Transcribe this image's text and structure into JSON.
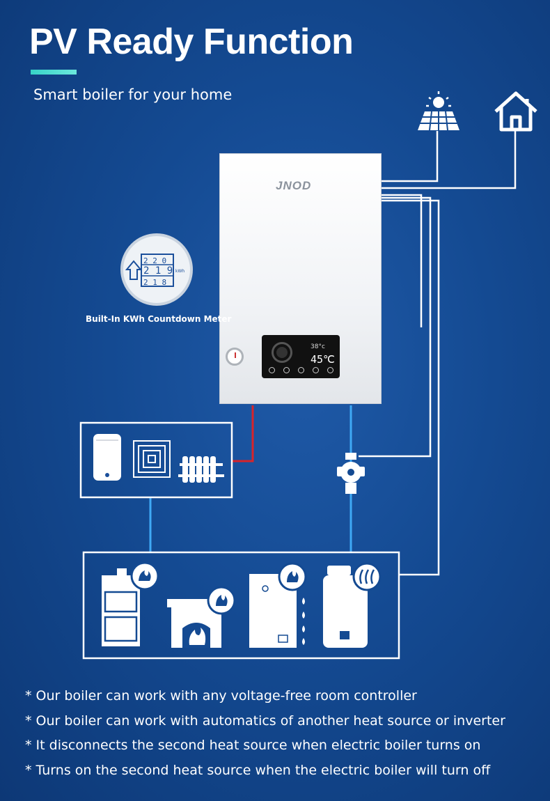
{
  "header": {
    "title": "PV Ready Function",
    "subtitle": "Smart boiler for your home"
  },
  "boiler": {
    "brand": "JNOD",
    "display_top": "38°c",
    "display_main": "45℃"
  },
  "meter": {
    "digits_top": "2 2 0",
    "digits_mid": "2 1 9",
    "digits_bottom": "2 1 8",
    "unit": "kWh",
    "caption": "Built-In KWh Countdown Meter"
  },
  "notes": [
    "* Our boiler can work with any voltage-free room controller",
    "* Our boiler can work with automatics of another heat source or inverter",
    "* It disconnects the second heat source when electric boiler turns on",
    "* Turns on the second heat source when the electric boiler will turn off"
  ],
  "colors": {
    "background": "#144a92",
    "accent": "#37d3c7",
    "hot_pipe": "#d8242a",
    "cold_pipe": "#3fa9f5",
    "line": "#ffffff"
  },
  "icons": [
    "solar-panel-icon",
    "house-icon",
    "water-heater-icon",
    "floor-heating-icon",
    "radiator-icon",
    "circulation-pump-icon",
    "solid-fuel-boiler-icon",
    "fireplace-icon",
    "gas-boiler-icon",
    "oil-boiler-icon",
    "flame-icon"
  ]
}
